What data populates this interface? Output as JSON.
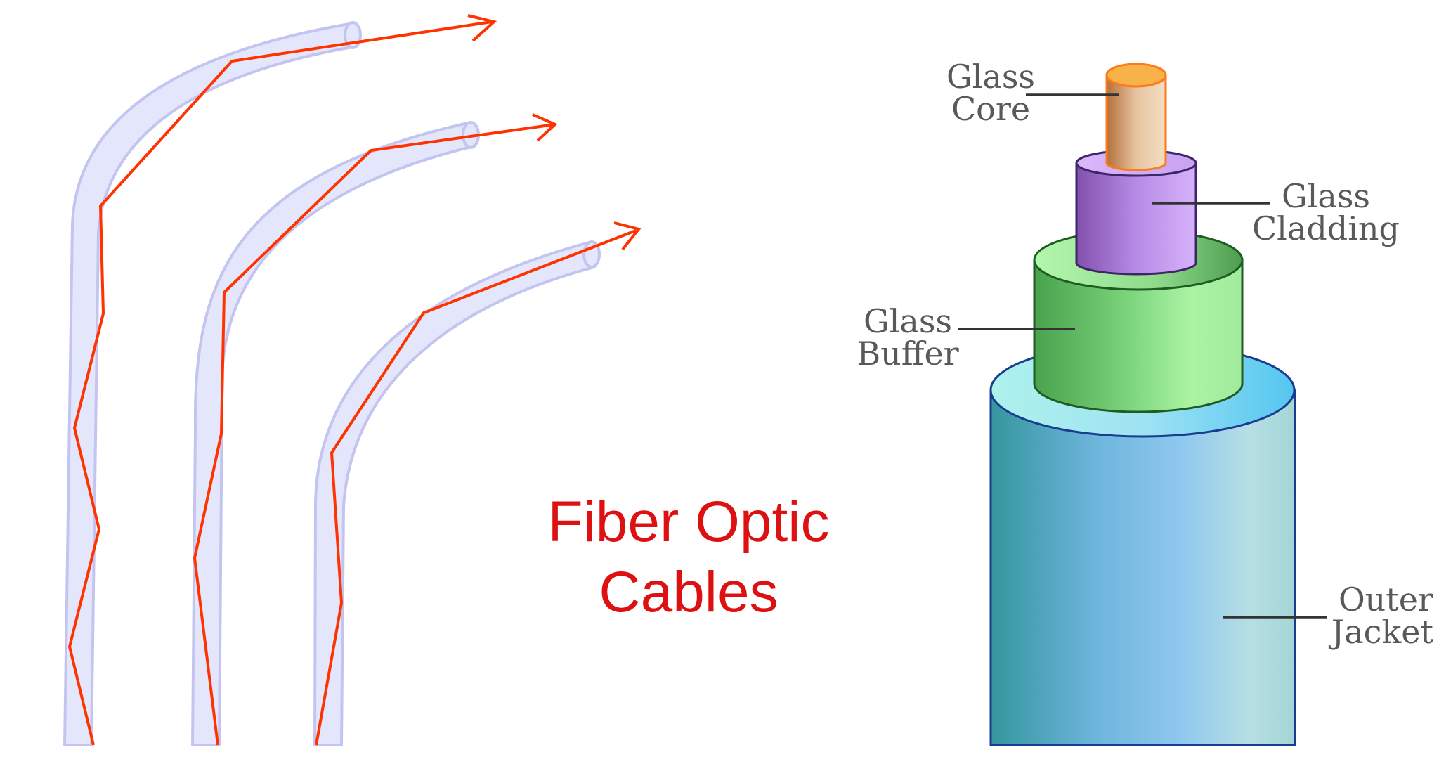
{
  "title": {
    "line1": "Fiber Optic",
    "line2": "Cables",
    "color": "#dd1111"
  },
  "labels": {
    "core": {
      "line1": "Glass",
      "line2": "Core"
    },
    "cladding": {
      "line1": "Glass",
      "line2": "Cladding"
    },
    "buffer": {
      "line1": "Glass",
      "line2": "Buffer"
    },
    "jacket": {
      "line1": "Outer",
      "line2": "Jacket"
    }
  },
  "colors": {
    "fiber_fill": "#e4e6fb",
    "fiber_edge": "#c3c5f0",
    "light_ray": "#ff3300",
    "leader_line": "#333333",
    "core": "#f7b24a",
    "cladding": "#b48de6",
    "buffer": "#7ad27a",
    "jacket": "#6ec3e6",
    "label_text": "#595959"
  }
}
